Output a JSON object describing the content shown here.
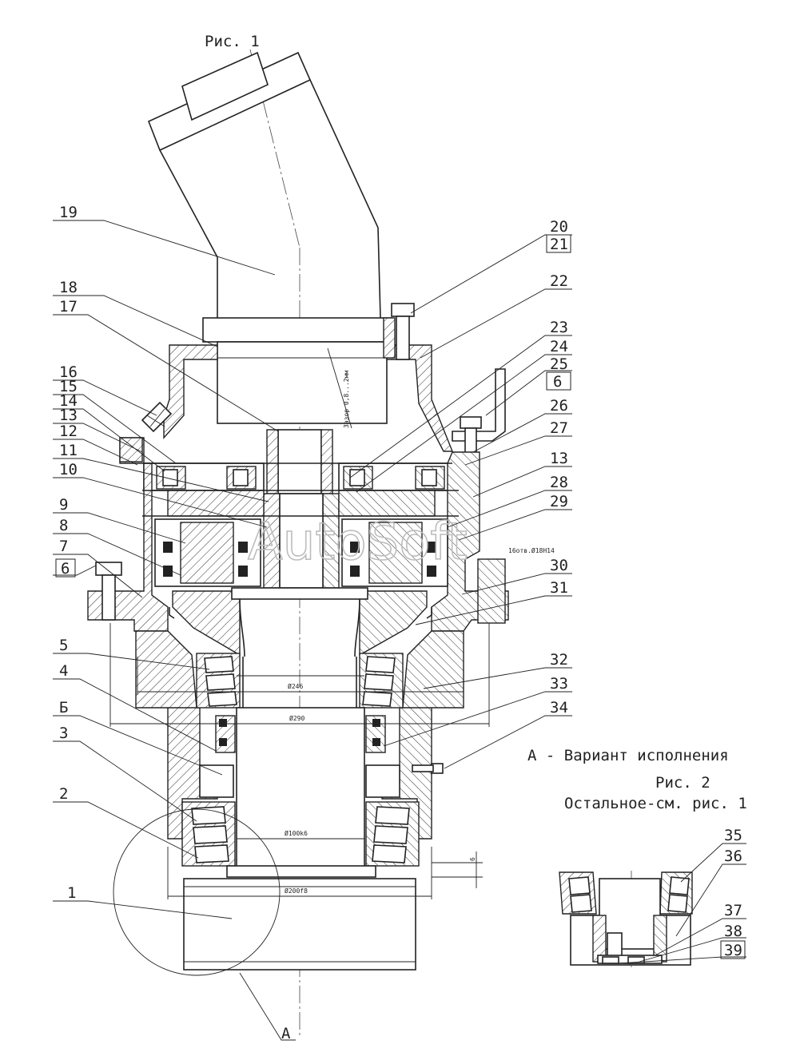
{
  "figure_titles": {
    "fig1": "Рис. 1",
    "variant": "А - Вариант исполнения",
    "fig2": "Рис. 2",
    "note": "Остальное-см. рис. 1"
  },
  "watermark": "AutoSoft",
  "callouts": [
    {
      "id": "19",
      "text": "19",
      "boxed": false
    },
    {
      "id": "18",
      "text": "18",
      "boxed": false
    },
    {
      "id": "17",
      "text": "17",
      "boxed": false
    },
    {
      "id": "16",
      "text": "16",
      "boxed": false
    },
    {
      "id": "15",
      "text": "15",
      "boxed": false
    },
    {
      "id": "14",
      "text": "14",
      "boxed": false
    },
    {
      "id": "13",
      "text": "13",
      "boxed": false
    },
    {
      "id": "12",
      "text": "12",
      "boxed": false
    },
    {
      "id": "11",
      "text": "11",
      "boxed": false
    },
    {
      "id": "10",
      "text": "10",
      "boxed": false
    },
    {
      "id": "9",
      "text": "9",
      "boxed": false
    },
    {
      "id": "8",
      "text": "8",
      "boxed": false
    },
    {
      "id": "7",
      "text": "7",
      "boxed": false
    },
    {
      "id": "6L",
      "text": "6",
      "boxed": true
    },
    {
      "id": "5",
      "text": "5",
      "boxed": false
    },
    {
      "id": "4",
      "text": "4",
      "boxed": false
    },
    {
      "id": "B",
      "text": "Б",
      "boxed": false
    },
    {
      "id": "3",
      "text": "3",
      "boxed": false
    },
    {
      "id": "2",
      "text": "2",
      "boxed": false
    },
    {
      "id": "1",
      "text": "1",
      "boxed": false
    },
    {
      "id": "A",
      "text": "А",
      "boxed": false
    },
    {
      "id": "20",
      "text": "20",
      "boxed": false
    },
    {
      "id": "21",
      "text": "21",
      "boxed": true
    },
    {
      "id": "22",
      "text": "22",
      "boxed": false
    },
    {
      "id": "23",
      "text": "23",
      "boxed": false
    },
    {
      "id": "24",
      "text": "24",
      "boxed": false
    },
    {
      "id": "25",
      "text": "25",
      "boxed": false
    },
    {
      "id": "6R",
      "text": "6",
      "boxed": true
    },
    {
      "id": "26",
      "text": "26",
      "boxed": false
    },
    {
      "id": "27",
      "text": "27",
      "boxed": false
    },
    {
      "id": "13R",
      "text": "13",
      "boxed": false
    },
    {
      "id": "28",
      "text": "28",
      "boxed": false
    },
    {
      "id": "29",
      "text": "29",
      "boxed": false
    },
    {
      "id": "30",
      "text": "30",
      "boxed": false
    },
    {
      "id": "31",
      "text": "31",
      "boxed": false
    },
    {
      "id": "32",
      "text": "32",
      "boxed": false
    },
    {
      "id": "33",
      "text": "33",
      "boxed": false
    },
    {
      "id": "34",
      "text": "34",
      "boxed": false
    },
    {
      "id": "35",
      "text": "35",
      "boxed": false
    },
    {
      "id": "36",
      "text": "36",
      "boxed": false
    },
    {
      "id": "37",
      "text": "37",
      "boxed": false
    },
    {
      "id": "38",
      "text": "38",
      "boxed": false
    },
    {
      "id": "39",
      "text": "39",
      "boxed": true
    }
  ],
  "dimensions": {
    "d246": "Ø246",
    "d290": "Ø290",
    "d100": "Ø100k6",
    "d200": "Ø200f8",
    "gap": "Зазор 0,8...2мм",
    "holes": "16отв.Ø18Н14",
    "six": "6"
  }
}
